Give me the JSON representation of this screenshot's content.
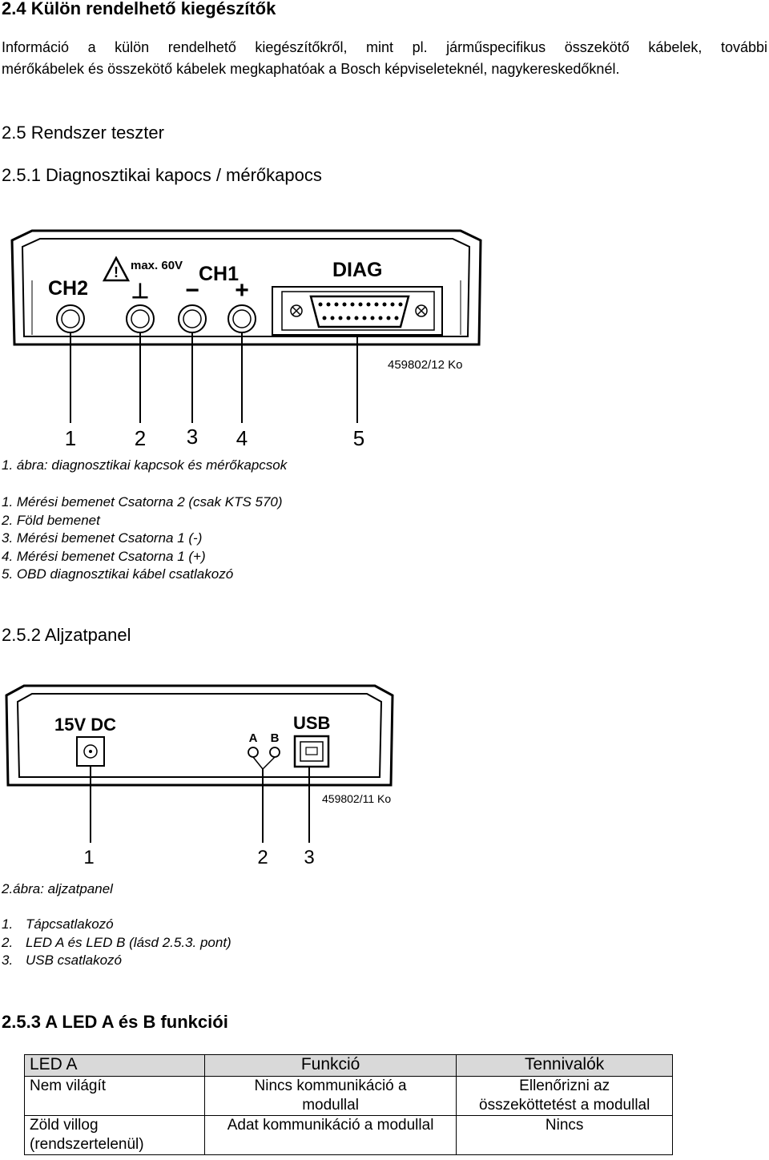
{
  "sec24": {
    "title": "2.4 Külön rendelhető kiegészítők",
    "para_line1": "Információ a külön rendelhető kiegészítőkről, mint pl. járműspecifikus összekötő kábelek, további",
    "para_line2": "mérőkábelek és összekötő kábelek megkaphatóak a Bosch képviseleteknél, nagykereskedőknél."
  },
  "sec25": {
    "title": "2.5 Rendszer teszter"
  },
  "sec251": {
    "title": "2.5.1 Diagnosztikai kapocs / mérőkapocs",
    "figure": {
      "label_ch2": "CH2",
      "label_ch1": "CH1",
      "label_max": "max. 60V",
      "label_diag": "DIAG",
      "label_ground": "⊥",
      "label_minus": "−",
      "label_plus": "+",
      "part_number": "459802/12 Ko",
      "callouts": [
        "1",
        "2",
        "3",
        "4",
        "5"
      ]
    },
    "caption": "1. ábra: diagnosztikai kapcsok és mérőkapcsok",
    "items": [
      "1. Mérési bemenet Csatorna 2 (csak KTS 570)",
      "2. Föld bemenet",
      "3. Mérési bemenet Csatorna 1 (-)",
      "4. Mérési bemenet Csatorna 1 (+)",
      "5. OBD diagnosztikai kábel csatlakozó"
    ]
  },
  "sec252": {
    "title": "2.5.2 Aljzatpanel",
    "figure": {
      "label_15v": "15V DC",
      "label_usb": "USB",
      "label_a": "A",
      "label_b": "B",
      "part_number": "459802/11 Ko",
      "callouts": [
        "1",
        "2",
        "3"
      ]
    },
    "caption": "2.ábra: aljzatpanel",
    "items": [
      {
        "num": "1.",
        "text": "Tápcsatlakozó"
      },
      {
        "num": "2.",
        "text": "LED A és LED B (lásd 2.5.3. pont)"
      },
      {
        "num": "3.",
        "text": "USB csatlakozó"
      }
    ]
  },
  "sec253": {
    "title": "2.5.3 A LED A és B funkciói",
    "table": {
      "headers": [
        "LED A",
        "Funkció",
        "Tennivalók"
      ],
      "rows": [
        {
          "led_line1": "Nem világít",
          "led_line2": "",
          "func_line1": "Nincs kommunikáció a",
          "func_line2": "modullal",
          "todo_line1": "Ellenőrizni az",
          "todo_line2": "összeköttetést a modullal"
        },
        {
          "led_line1": "Zöld villog",
          "led_line2": "(rendszertelenül)",
          "func_line1": "Adat kommunikáció a modullal",
          "func_line2": "",
          "todo_line1": "Nincs",
          "todo_line2": ""
        }
      ]
    }
  }
}
